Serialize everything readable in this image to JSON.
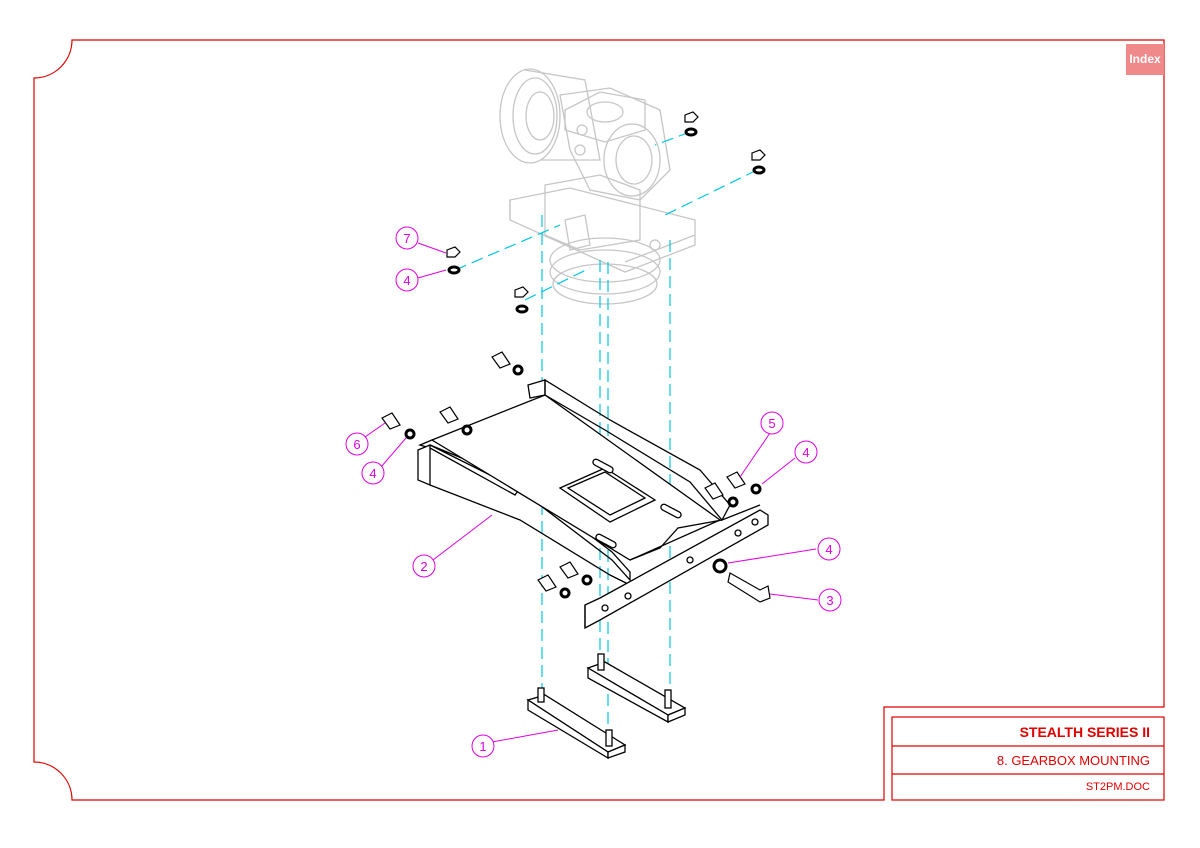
{
  "toolbar": {
    "index_label": "Index"
  },
  "title_block": {
    "series": "STEALTH SERIES II",
    "section": "8. GEARBOX MOUNTING",
    "doc": "ST2PM.DOC"
  },
  "balloons": [
    {
      "id": "balloon-7",
      "label": "7"
    },
    {
      "id": "balloon-4-a",
      "label": "4"
    },
    {
      "id": "balloon-6",
      "label": "6"
    },
    {
      "id": "balloon-4-b",
      "label": "4"
    },
    {
      "id": "balloon-5",
      "label": "5"
    },
    {
      "id": "balloon-4-c",
      "label": "4"
    },
    {
      "id": "balloon-2",
      "label": "2"
    },
    {
      "id": "balloon-4-d",
      "label": "4"
    },
    {
      "id": "balloon-3",
      "label": "3"
    },
    {
      "id": "balloon-1",
      "label": "1"
    }
  ],
  "colors": {
    "border": "#e00000",
    "balloon": "#e000e0",
    "centerline": "#00c8e0",
    "index_bg": "#f08a8a"
  }
}
